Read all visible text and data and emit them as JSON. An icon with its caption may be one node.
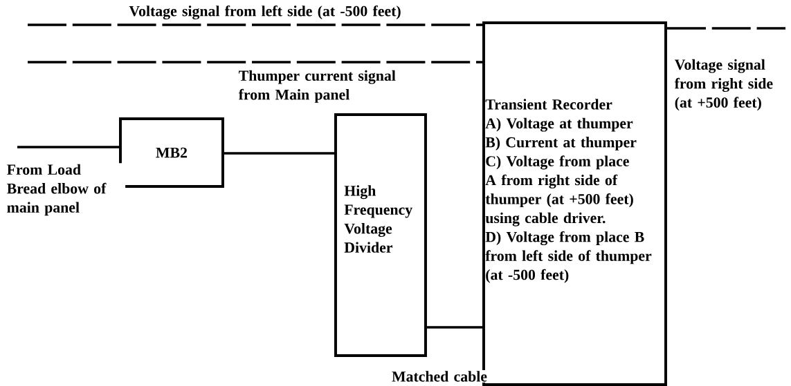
{
  "diagram": {
    "nodes": [
      {
        "text": [
          "MB2"
        ]
      },
      {
        "text": [
          "High Frequency Voltage Divider"
        ]
      },
      {
        "text": [
          "Transient Recorder",
          "A) Voltage at thumper",
          "B) Current at thumper",
          "C) Voltage from place A from right side of thumper (at +500 feet) using cable driver.",
          "D) Voltage from place B from left side of thumper (at -500 feet)"
        ]
      }
    ],
    "edges": [
      {
        "from": null,
        "to": 0,
        "arrow": "none",
        "label": "From Load Bread elbow of main panel"
      },
      {
        "from": 0,
        "to": 1,
        "arrow": "none"
      },
      {
        "from": 1,
        "to": 2,
        "arrow": "none",
        "label": "Matched cable"
      },
      {
        "from": null,
        "to": 2,
        "arrow": "none",
        "style": "dashed",
        "label": "Voltage signal from left side (at -500 feet)"
      },
      {
        "from": null,
        "to": 2,
        "arrow": "none",
        "style": "dashed",
        "label": "Thumper current signal from Main panel"
      },
      {
        "from": 2,
        "to": null,
        "arrow": "none",
        "style": "dashed",
        "label": "Voltage signal from right side (at +500 feet)"
      }
    ]
  }
}
